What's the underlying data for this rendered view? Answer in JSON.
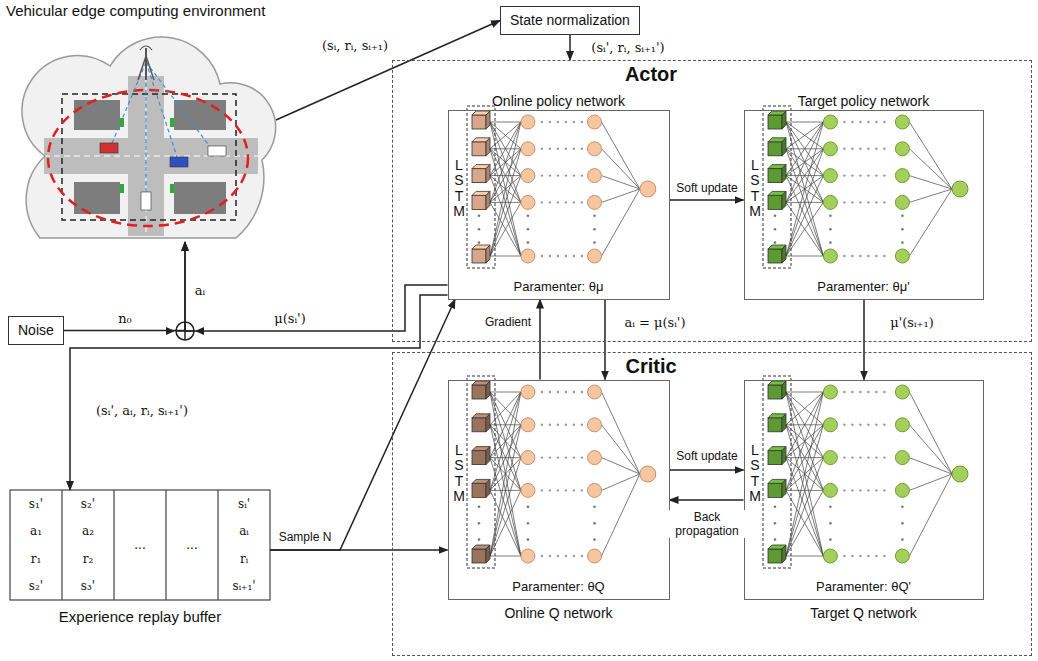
{
  "diagram": {
    "nodes": [
      {
        "text": [
          "Vehicular edge computing environment"
        ]
      },
      {
        "text": [
          "State normalization"
        ]
      },
      {
        "text": [
          "Actor"
        ]
      },
      {
        "text": [
          "Online policy network",
          "Paramenter: θμ"
        ],
        "in": 2
      },
      {
        "text": [
          "Target policy network",
          "Paramenter: θμ'"
        ],
        "in": 2
      },
      {
        "text": [
          "Critic"
        ]
      },
      {
        "text": [
          "Online Q network",
          "Paramenter: θQ"
        ],
        "in": 5
      },
      {
        "text": [
          "Target Q network",
          "Paramenter: θQ'"
        ],
        "in": 5
      },
      {
        "text": [
          "Noise"
        ]
      },
      {
        "text": [
          "Experience replay buffer"
        ]
      }
    ],
    "edges": [
      {
        "from": 0,
        "to": 1,
        "arrow": "to",
        "label": "(sᵢ, rᵢ, sᵢ₊₁)"
      },
      {
        "from": 1,
        "to": 2,
        "arrow": "to",
        "label": "(sᵢ', rᵢ, sᵢ₊₁')"
      },
      {
        "from": 8,
        "to": 0,
        "arrow": "to",
        "label": "n₀"
      },
      {
        "from": 3,
        "to": 0,
        "arrow": "to",
        "label": "μ(sᵢ')"
      },
      {
        "from": 3,
        "to": 9,
        "arrow": "to",
        "label": "(sᵢ', aᵢ, rᵢ, sᵢ₊₁')"
      },
      {
        "from": 9,
        "to": 3,
        "arrow": "to",
        "label": "Sample N"
      },
      {
        "from": 9,
        "to": 6,
        "arrow": "to"
      },
      {
        "from": 3,
        "to": 4,
        "arrow": "to",
        "label": "Soft update"
      },
      {
        "from": 6,
        "to": 3,
        "arrow": "to",
        "label": "Gradient"
      },
      {
        "from": 3,
        "to": 6,
        "arrow": "to",
        "label": "aᵢ = μ(sᵢ')"
      },
      {
        "from": 4,
        "to": 7,
        "arrow": "to",
        "label": "μ'(sᵢ₊₁)"
      },
      {
        "from": 6,
        "to": 7,
        "arrow": "to",
        "label": "Soft update"
      },
      {
        "from": 7,
        "to": 6,
        "arrow": "to",
        "label": "Back propagation"
      }
    ],
    "labels": [
      "LSTM",
      "LSTM",
      "LSTM",
      "LSTM",
      "aᵢ",
      "s₁'",
      "a₁",
      "r₁",
      "s₂'",
      "s₂'",
      "a₂",
      "r₂",
      "s₃'",
      "...",
      "...",
      "sᵢ'",
      "aᵢ",
      "rᵢ",
      "sᵢ₊₁'"
    ]
  }
}
